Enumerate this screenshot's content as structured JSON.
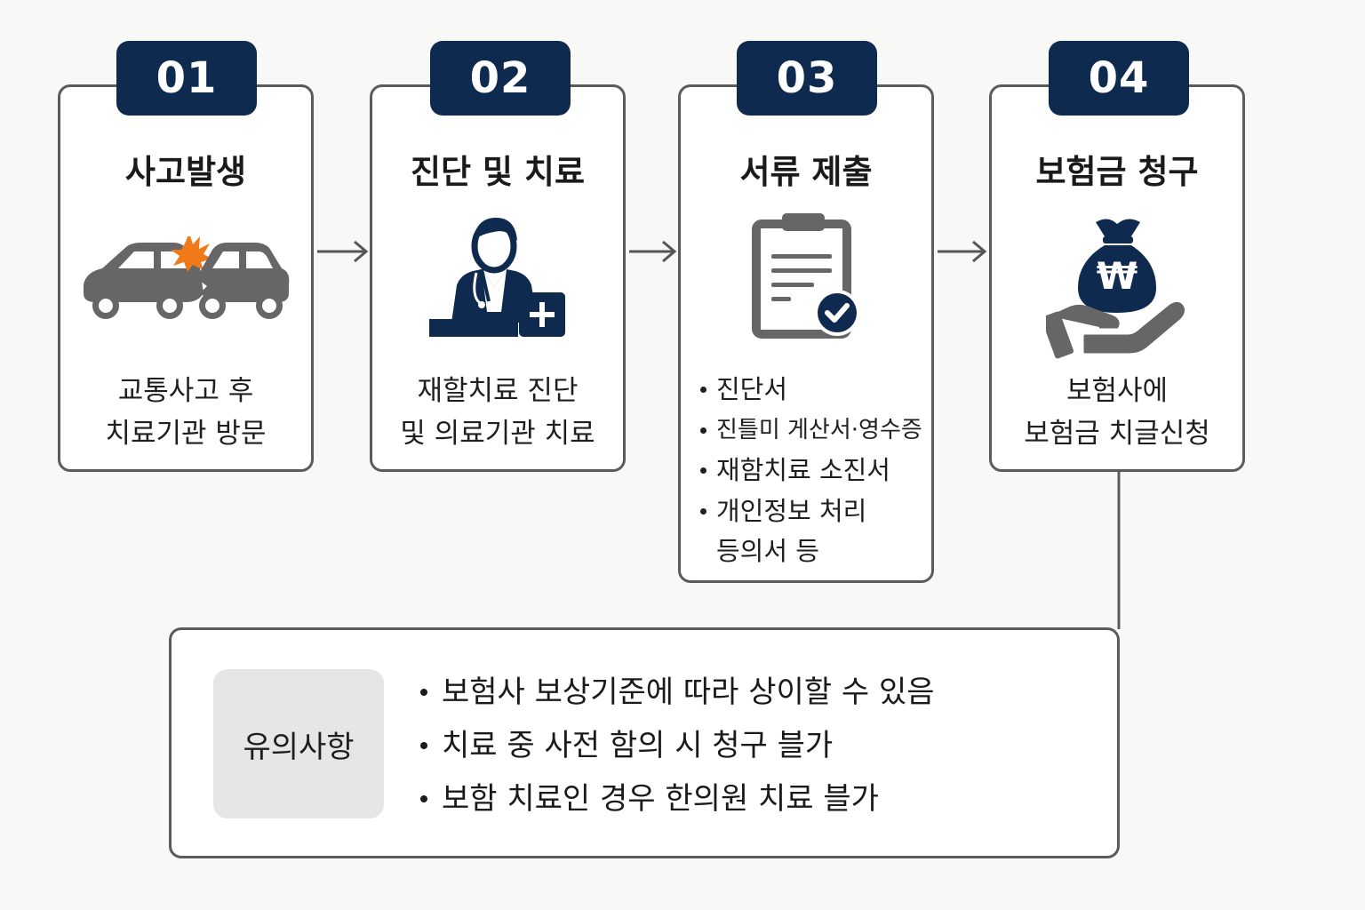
{
  "steps": [
    {
      "number": "01",
      "title": "사고발생",
      "icon": "car-collision-icon",
      "desc_lines": [
        "교통사고 후",
        "치료기관 방문"
      ]
    },
    {
      "number": "02",
      "title": "진단 및 치료",
      "icon": "doctor-icon",
      "desc_lines": [
        "재할치료 진단",
        "및 의료기관 치료"
      ]
    },
    {
      "number": "03",
      "title": "서류 제출",
      "icon": "clipboard-check-icon",
      "items": [
        "진단서",
        "진틀미 게산서·영수증",
        "재함치료 소진서",
        "개인정보 처리",
        "등의서 등"
      ]
    },
    {
      "number": "04",
      "title": "보험금 청구",
      "icon": "money-bag-hand-icon",
      "icon_symbol": "₩",
      "desc_lines": [
        "보험사에",
        "보험금 치글신청"
      ]
    }
  ],
  "notice": {
    "label": "유의사항",
    "items": [
      "보험사 보상기준에 따라 상이할 수 있음",
      "치료 중 사전 함의 시 청구 블가",
      "보함 치료인 경우 한의원 치료 블가"
    ]
  },
  "colors": {
    "navy": "#0f2a4f",
    "gray_icon": "#666666",
    "accent_orange": "#f07a1a",
    "border": "#5b5b5b"
  }
}
